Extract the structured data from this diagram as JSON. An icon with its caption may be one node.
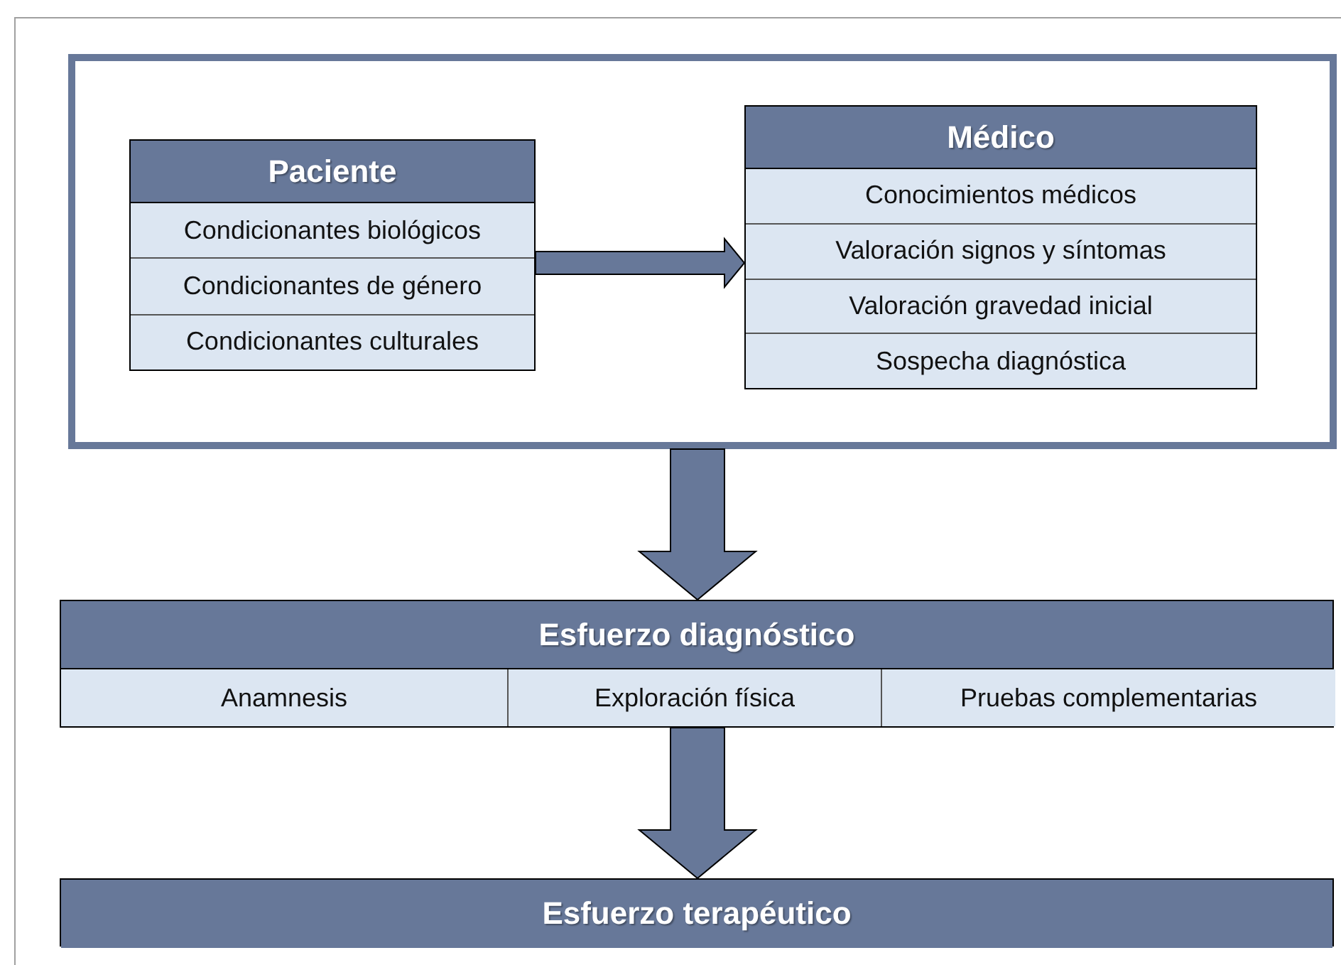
{
  "diagram": {
    "nodes": [
      {
        "text": [],
        "shape": "box"
      },
      {
        "text": [
          "Paciente",
          "Condicionantes biológicos",
          "Condicionantes de género",
          "Condicionantes culturales"
        ],
        "in": 0
      },
      {
        "text": [
          "Médico",
          "Conocimientos médicos",
          "Valoración signos y síntomas",
          "Valoración gravedad inicial",
          "Sospecha diagnóstica"
        ],
        "in": 0
      },
      {
        "text": [
          "Esfuerzo diagnóstico",
          "Anamnesis",
          "Exploración física",
          "Pruebas complementarias"
        ]
      },
      {
        "text": [
          "Esfuerzo terapéutico"
        ]
      }
    ],
    "edges": [
      {
        "from": 1,
        "to": 2,
        "arrow": "to"
      },
      {
        "from": 0,
        "to": 3,
        "arrow": "to"
      },
      {
        "from": 3,
        "to": 4,
        "arrow": "to"
      }
    ]
  }
}
